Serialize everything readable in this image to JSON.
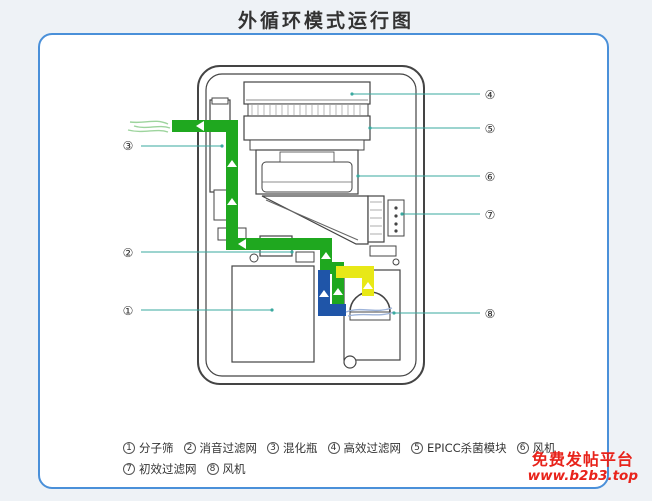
{
  "title": "外循环模式运行图",
  "callouts": [
    "①",
    "②",
    "③",
    "④",
    "⑤",
    "⑥",
    "⑦",
    "⑧"
  ],
  "legend": {
    "row1": [
      {
        "num": "1",
        "label": "分子筛"
      },
      {
        "num": "2",
        "label": "消音过滤网"
      },
      {
        "num": "3",
        "label": "混化瓶"
      },
      {
        "num": "4",
        "label": "高效过滤网"
      },
      {
        "num": "5",
        "label": "EPICC杀菌模块"
      },
      {
        "num": "6",
        "label": "风机"
      }
    ],
    "row2": [
      {
        "num": "7",
        "label": "初效过滤网"
      },
      {
        "num": "8",
        "label": "风机"
      }
    ]
  },
  "colors": {
    "frame": "#4a90d9",
    "airflow_green": "#1fa81f",
    "airflow_yellow": "#e8e817",
    "airflow_blue": "#1f55a8",
    "leader_line": "#3aa99f",
    "outline": "#444444"
  },
  "watermark": {
    "line1": "免费发帖平台",
    "line2": "www.b2b3.top"
  }
}
